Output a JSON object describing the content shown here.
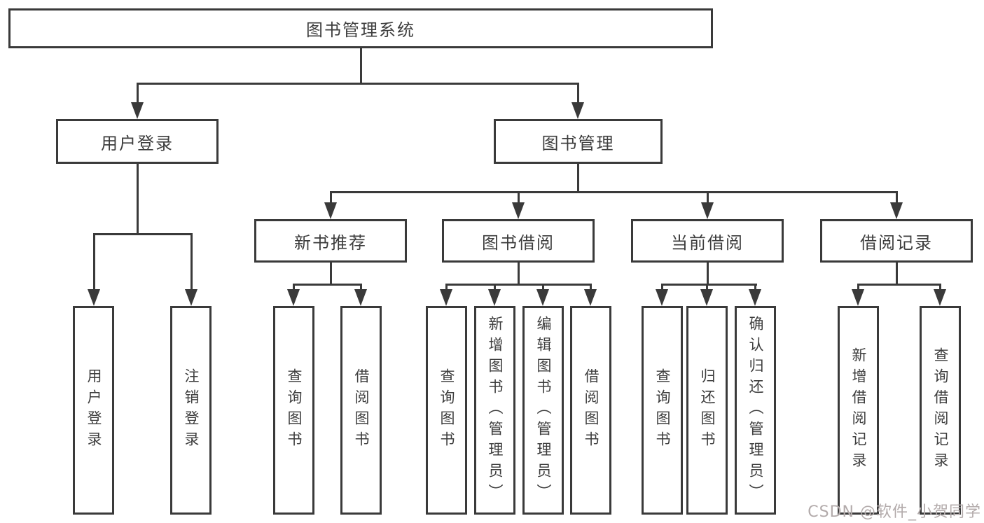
{
  "colors": {
    "line": "#3a3a3a",
    "text": "#3d3d3d",
    "watermark": "#b3abab",
    "background": "#ffffff"
  },
  "diagram": {
    "root": {
      "label": "图书管理系统"
    },
    "level2": [
      {
        "label": "用户登录"
      },
      {
        "label": "图书管理"
      }
    ],
    "level3": [
      {
        "label": "新书推荐"
      },
      {
        "label": "图书借阅"
      },
      {
        "label": "当前借阅"
      },
      {
        "label": "借阅记录"
      }
    ],
    "leaves": {
      "user_login": [
        "用户登录",
        "注销登录"
      ],
      "new_book_recommend": [
        "查询图书",
        "借阅图书"
      ],
      "book_borrow": [
        "查询图书",
        "新增图书（管理员）",
        "编辑图书（管理员）",
        "借阅图书"
      ],
      "current_borrow": [
        "查询图书",
        "归还图书",
        "确认归还（管理员）"
      ],
      "borrow_records": [
        "新增借阅记录",
        "查询借阅记录"
      ]
    }
  },
  "watermark": {
    "text": "CSDN @软件_小贺同学"
  }
}
